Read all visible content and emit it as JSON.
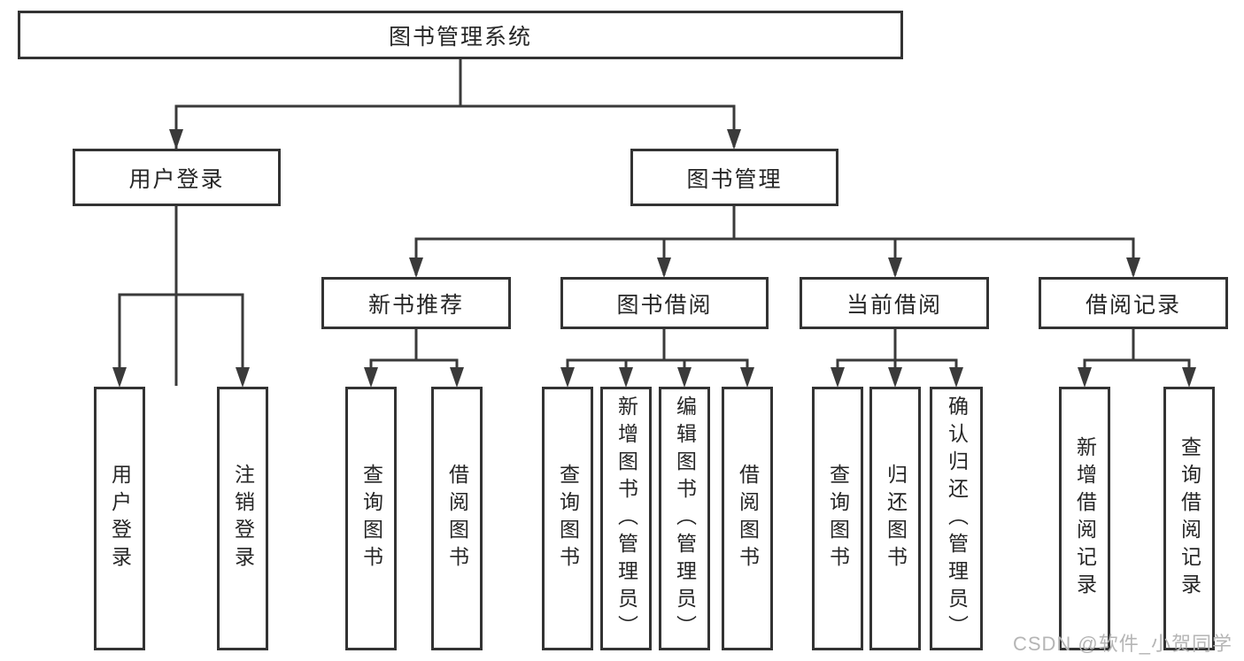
{
  "nodes": {
    "root": "图书管理系统",
    "user_login": "用户登录",
    "book_mgmt": "图书管理",
    "new_books": "新书推荐",
    "book_borrow": "图书借阅",
    "current_borrow": "当前借阅",
    "borrow_records": "借阅记录",
    "leaves": {
      "user_login": [
        "用户登录",
        "注销登录"
      ],
      "new_books": [
        "查询图书",
        "借阅图书"
      ],
      "book_borrow": [
        "查询图书",
        "新增图书（管理员）",
        "编辑图书（管理员）",
        "借阅图书"
      ],
      "current_borrow": [
        "查询图书",
        "归还图书",
        "确认归还（管理员）"
      ],
      "borrow_records": [
        "新增借阅记录",
        "查询借阅记录"
      ]
    }
  },
  "watermark": "CSDN @软件_小贺同学",
  "colors": {
    "line": "#3a3a3a",
    "border": "#333333",
    "text": "#262626",
    "watermark": "#b5b5b5",
    "background": "#ffffff"
  }
}
